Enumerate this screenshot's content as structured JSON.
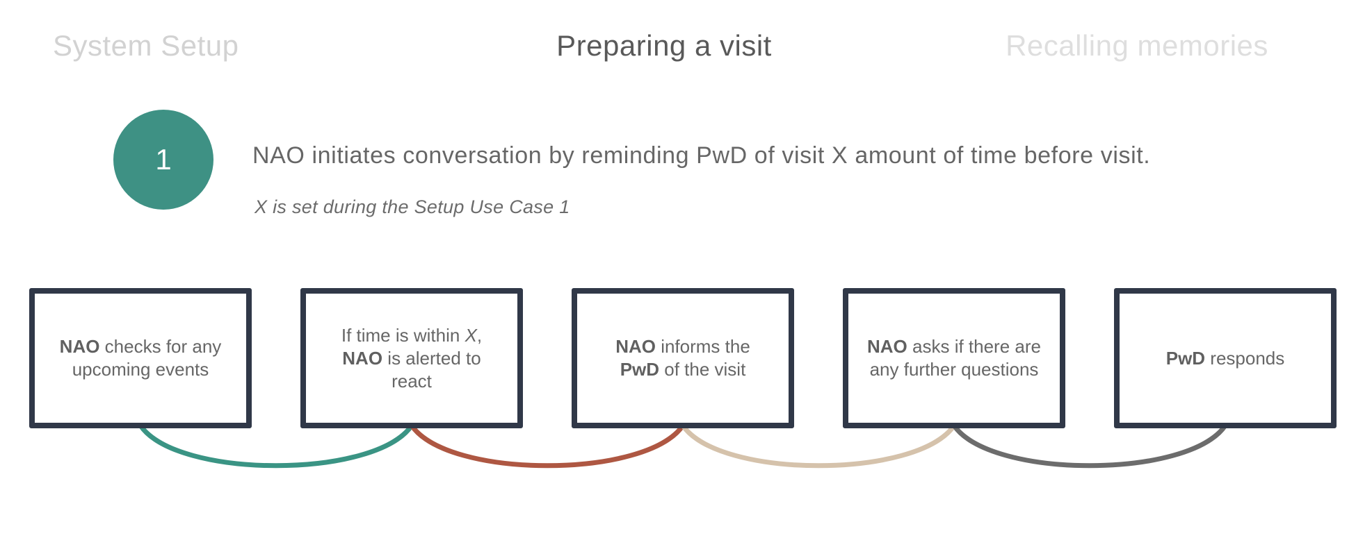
{
  "header": {
    "tabs": [
      {
        "label": "System Setup",
        "active": false,
        "color": "#d2d2d2"
      },
      {
        "label": "Preparing a visit",
        "active": true,
        "color": "#595959"
      },
      {
        "label": "Recalling memories",
        "active": false,
        "color": "#dedede"
      }
    ]
  },
  "step": {
    "number": "1",
    "circle_color": "#3e9184",
    "title": "NAO initiates conversation by reminding PwD of visit X amount of time before visit.",
    "note": "X is set during the Setup Use Case 1"
  },
  "flow": {
    "box_border_color": "#303848",
    "boxes": [
      {
        "segments": [
          {
            "t": "NAO",
            "b": true
          },
          {
            "t": " checks for any upcoming events"
          }
        ]
      },
      {
        "segments": [
          {
            "t": "If time is within "
          },
          {
            "t": "X",
            "i": true
          },
          {
            "t": ", "
          },
          {
            "t": "NAO",
            "b": true
          },
          {
            "t": " is alerted to react"
          }
        ]
      },
      {
        "segments": [
          {
            "t": "NAO",
            "b": true
          },
          {
            "t": " informs the "
          },
          {
            "t": "PwD",
            "b": true
          },
          {
            "t": " of the visit"
          }
        ]
      },
      {
        "segments": [
          {
            "t": "NAO",
            "b": true
          },
          {
            "t": " asks if there are any further questions"
          }
        ]
      },
      {
        "segments": [
          {
            "t": "PwD",
            "b": true
          },
          {
            "t": " responds"
          }
        ]
      }
    ],
    "connectors": [
      {
        "name": "connector-1-2",
        "color": "#3a9484"
      },
      {
        "name": "connector-2-3",
        "color": "#ae5742"
      },
      {
        "name": "connector-3-4",
        "color": "#d5c2ab"
      },
      {
        "name": "connector-4-5",
        "color": "#6c6c6c"
      }
    ]
  }
}
